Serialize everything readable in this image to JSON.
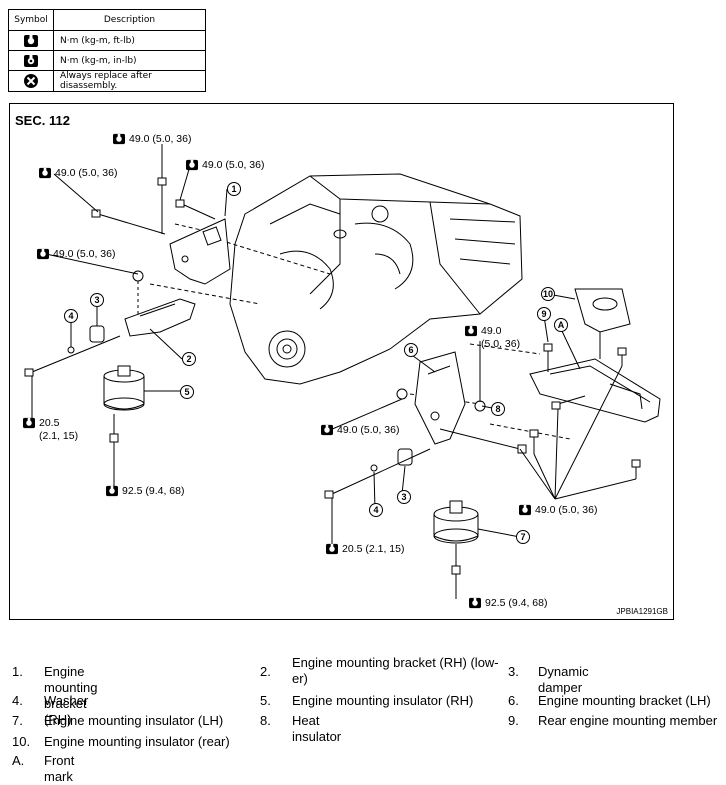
{
  "symbol_table": {
    "header": [
      "Symbol",
      "Description"
    ],
    "rows": [
      {
        "icon": "torque-wrench-icon",
        "description": "N·m (kg-m, ft-lb)"
      },
      {
        "icon": "torque-wrench-small-icon",
        "description": "N·m (kg-m, in-lb)"
      },
      {
        "icon": "always-replace-icon",
        "description": "Always replace after disassembly."
      }
    ]
  },
  "diagram": {
    "section": "SEC. 112",
    "code": "JPBIA1291GB",
    "torque_labels": [
      "49.0 (5.0, 36)",
      "49.0 (5.0, 36)",
      "49.0 (5.0, 36)",
      "49.0 (5.0, 36)",
      "49.0\n(5.0, 36)",
      "49.0 (5.0, 36)",
      "49.0 (5.0, 36)",
      "20.5\n(2.1, 15)",
      "92.5 (9.4, 68)",
      "20.5 (2.1, 15)",
      "92.5 (9.4, 68)"
    ],
    "callouts": [
      "1",
      "2",
      "3",
      "4",
      "5",
      "6",
      "3",
      "4",
      "7",
      "8",
      "9",
      "10",
      "A"
    ]
  },
  "legend": [
    {
      "num": "1.",
      "text": "Engine mounting bracket (RH)"
    },
    {
      "num": "2.",
      "text": "Engine mounting bracket (RH) (low-\ner)"
    },
    {
      "num": "3.",
      "text": "Dynamic damper"
    },
    {
      "num": "4.",
      "text": "Washer"
    },
    {
      "num": "5.",
      "text": "Engine mounting insulator (RH)"
    },
    {
      "num": "6.",
      "text": "Engine mounting bracket (LH)"
    },
    {
      "num": "7.",
      "text": "Engine mounting insulator (LH)"
    },
    {
      "num": "8.",
      "text": "Heat insulator"
    },
    {
      "num": "9.",
      "text": "Rear engine mounting member"
    },
    {
      "num": "10.",
      "text": "Engine mounting insulator (rear)"
    },
    {
      "num": "A.",
      "text": "Front mark"
    }
  ],
  "colors": {
    "line": "#000000",
    "background": "#ffffff"
  }
}
